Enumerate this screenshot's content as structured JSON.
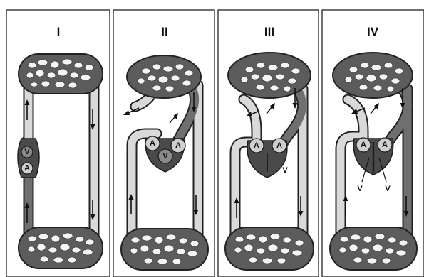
{
  "panels": [
    {
      "id": "I",
      "title": "I",
      "labels": {
        "ventricle": "V",
        "atrium": "A"
      }
    },
    {
      "id": "II",
      "title": "II",
      "labels": {
        "atrium_left": "A",
        "ventricle": "V",
        "atrium_right": "A"
      }
    },
    {
      "id": "III",
      "title": "III",
      "labels": {
        "atrium_left": "A",
        "atrium_right": "A",
        "ventricle": "V"
      }
    },
    {
      "id": "IV",
      "title": "IV",
      "labels": {
        "atrium_left": "A",
        "atrium_right": "A",
        "ventricle_left": "V",
        "ventricle_right": "V"
      }
    }
  ],
  "colors": {
    "outline": "#222222",
    "deoxygenated": "#6f6f6f",
    "oxygenated": "#d9d9d9",
    "background": "#ffffff"
  }
}
